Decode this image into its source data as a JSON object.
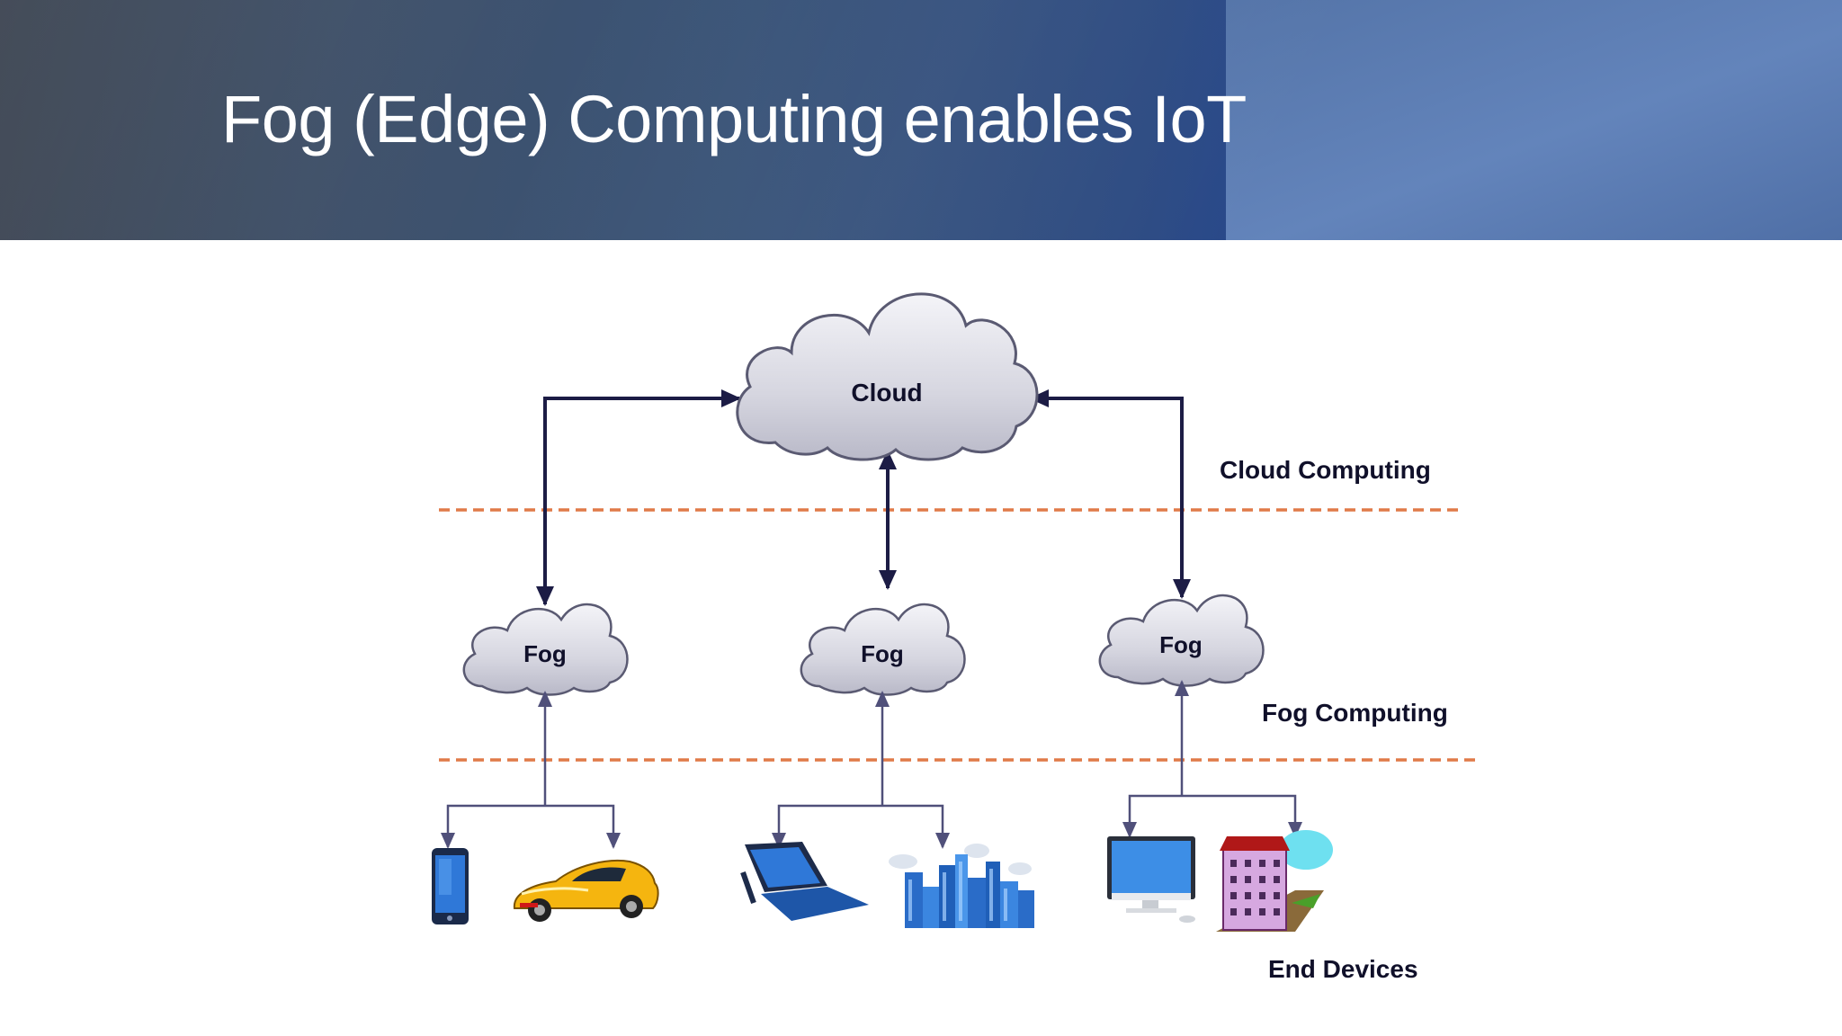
{
  "slide": {
    "title": "Fog (Edge) Computing enables IoT"
  },
  "diagram": {
    "cloud_label": "Cloud",
    "fog_labels": [
      "Fog",
      "Fog",
      "Fog"
    ],
    "layer_labels": {
      "cloud_computing": "Cloud Computing",
      "fog_computing": "Fog Computing",
      "end_devices": "End Devices"
    },
    "devices": [
      "smartphone",
      "sports-car",
      "tablet",
      "city-skyline",
      "desktop-computer",
      "apartment-building"
    ],
    "icons": [
      "cloud-icon",
      "fog-cloud-icon",
      "smartphone-icon",
      "car-icon",
      "tablet-icon",
      "city-icon",
      "monitor-icon",
      "building-icon"
    ],
    "colors": {
      "arrow_dark": "#1c1c45",
      "arrow_light": "#55557a",
      "dashed_line": "#e07a48",
      "cloud_fill": "#d4d4de",
      "text": "#10102a"
    }
  }
}
